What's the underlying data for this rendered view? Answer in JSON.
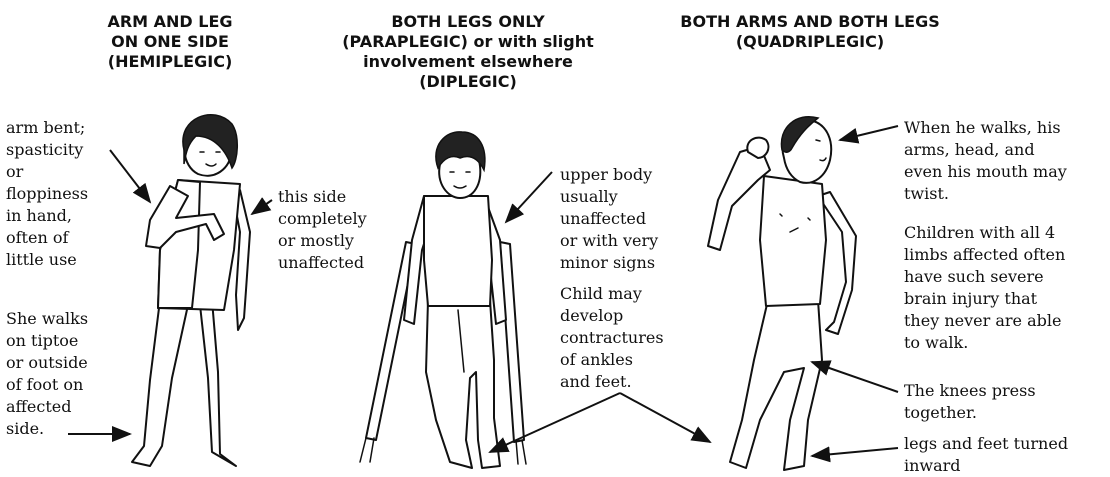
{
  "headings": {
    "hemiplegic": "ARM AND LEG\nON ONE SIDE\n(HEMIPLEGIC)",
    "diplegic": "BOTH LEGS ONLY\n(PARAPLEGIC) or with slight\ninvolvement elsewhere\n(DIPLEGIC)",
    "quadriplegic": "BOTH ARMS AND BOTH LEGS\n(QUADRIPLEGIC)"
  },
  "notes": {
    "arm_bent": "arm bent;\nspasticity\nor\nfloppiness\nin hand,\noften of\nlittle use",
    "walks_tiptoe": "She walks\non tiptoe\nor outside\nof foot on\naffected\nside.",
    "this_side": "this side\ncompletely\nor mostly\nunaffected",
    "upper_body": "upper body\nusually\nunaffected\nor with very\nminor signs",
    "contractures": "Child may\ndevelop\ncontractures\nof ankles\nand feet.",
    "when_walks": "When he walks, his\narms, head, and\neven his mouth may\ntwist.",
    "all_four": "Children with all 4\nlimbs affected often\nhave such severe\nbrain injury that\nthey never are able\nto walk.",
    "knees": "The knees press\ntogether.",
    "legs_feet": "legs and feet turned\ninward"
  }
}
